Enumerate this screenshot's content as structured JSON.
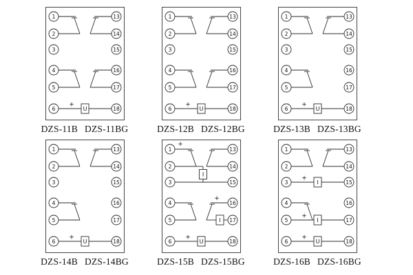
{
  "page": {
    "background": "#ffffff",
    "line_color": "#2b2b2b",
    "text_color": "#111111"
  },
  "diagrams": [
    {
      "labels": [
        "DZS-11B",
        "DZS-11BG"
      ],
      "left_terminals": [
        "1",
        "2",
        "3",
        "4",
        "5",
        "6"
      ],
      "right_terminals": [
        "13",
        "14",
        "15",
        "16",
        "17",
        "18"
      ],
      "elements": [
        {
          "type": "contact",
          "side": "left",
          "from": 0,
          "to": 1
        },
        {
          "type": "contact",
          "side": "right",
          "from": 0,
          "to": 1
        },
        {
          "type": "contact",
          "side": "left",
          "from": 3,
          "to": 4
        },
        {
          "type": "contact",
          "side": "right",
          "from": 3,
          "to": 4
        },
        {
          "type": "coil_row",
          "row": 5,
          "label": "U",
          "plus": true
        }
      ]
    },
    {
      "labels": [
        "DZS-12B",
        "DZS-12BG"
      ],
      "left_terminals": [
        "1",
        "2",
        "3",
        "4",
        "5",
        "6"
      ],
      "right_terminals": [
        "13",
        "14",
        "15",
        "16",
        "17",
        "18"
      ],
      "elements": [
        {
          "type": "contact",
          "side": "left",
          "from": 0,
          "to": 1
        },
        {
          "type": "contact",
          "side": "right",
          "from": 0,
          "to": 1
        },
        {
          "type": "contact",
          "side": "left",
          "from": 3,
          "to": 4
        },
        {
          "type": "contact",
          "side": "right",
          "from": 3,
          "to": 4
        },
        {
          "type": "coil_row",
          "row": 5,
          "label": "U",
          "plus": true
        }
      ]
    },
    {
      "labels": [
        "DZS-13B",
        "DZS-13BG"
      ],
      "left_terminals": [
        "1",
        "2",
        "3",
        "4",
        "5",
        "6"
      ],
      "right_terminals": [
        "13",
        "14",
        "15",
        "16",
        "17",
        "18"
      ],
      "elements": [
        {
          "type": "contact",
          "side": "left",
          "from": 0,
          "to": 1
        },
        {
          "type": "contact",
          "side": "right",
          "from": 0,
          "to": 1
        },
        {
          "type": "contact",
          "side": "left",
          "from": 3,
          "to": 4
        },
        {
          "type": "coil_row",
          "row": 5,
          "label": "U",
          "plus": true
        }
      ]
    },
    {
      "labels": [
        "DZS-14B",
        "DZS-14BG"
      ],
      "left_terminals": [
        "1",
        "2",
        "3",
        "4",
        "5",
        "6"
      ],
      "right_terminals": [
        "13",
        "14",
        "15",
        "16",
        "17",
        "18"
      ],
      "elements": [
        {
          "type": "contact",
          "side": "left",
          "from": 0,
          "to": 1
        },
        {
          "type": "contact",
          "side": "right",
          "from": 0,
          "to": 1
        },
        {
          "type": "contact",
          "side": "left",
          "from": 3,
          "to": 4
        },
        {
          "type": "coil_row",
          "row": 5,
          "label": "U",
          "plus": true
        }
      ]
    },
    {
      "labels": [
        "DZS-15B",
        "DZS-15BG"
      ],
      "left_terminals": [
        "1",
        "2",
        "3",
        "4",
        "5",
        "6"
      ],
      "right_terminals": [
        "13",
        "14",
        "15",
        "16",
        "17",
        "18"
      ],
      "elements": [
        {
          "type": "plus_mark",
          "side": "left",
          "row": 0
        },
        {
          "type": "contact",
          "side": "left",
          "from": 0,
          "to": 1
        },
        {
          "type": "contact",
          "side": "right",
          "from": 0,
          "to": 1
        },
        {
          "type": "coil_branch",
          "from_row": 1,
          "to_row": 2,
          "label": "I"
        },
        {
          "type": "contact",
          "side": "left",
          "from": 3,
          "to": 4
        },
        {
          "type": "contact_coil",
          "side": "right",
          "from": 3,
          "to": 4,
          "label": "I",
          "plus": true
        },
        {
          "type": "coil_row",
          "row": 5,
          "label": "U",
          "plus": true
        }
      ]
    },
    {
      "labels": [
        "DZS-16B",
        "DZS-16BG"
      ],
      "left_terminals": [
        "1",
        "2",
        "3",
        "4",
        "5",
        "6"
      ],
      "right_terminals": [
        "13",
        "14",
        "15",
        "16",
        "17",
        "18"
      ],
      "elements": [
        {
          "type": "contact",
          "side": "left",
          "from": 0,
          "to": 1
        },
        {
          "type": "contact",
          "side": "right",
          "from": 0,
          "to": 1
        },
        {
          "type": "coil_row",
          "row": 2,
          "label": "I",
          "plus": true
        },
        {
          "type": "contact",
          "side": "left",
          "from": 3,
          "to": 4
        },
        {
          "type": "coil_row",
          "row": 4,
          "label": "I",
          "plus": true
        },
        {
          "type": "coil_row",
          "row": 5,
          "label": "U",
          "plus": true
        }
      ]
    }
  ]
}
